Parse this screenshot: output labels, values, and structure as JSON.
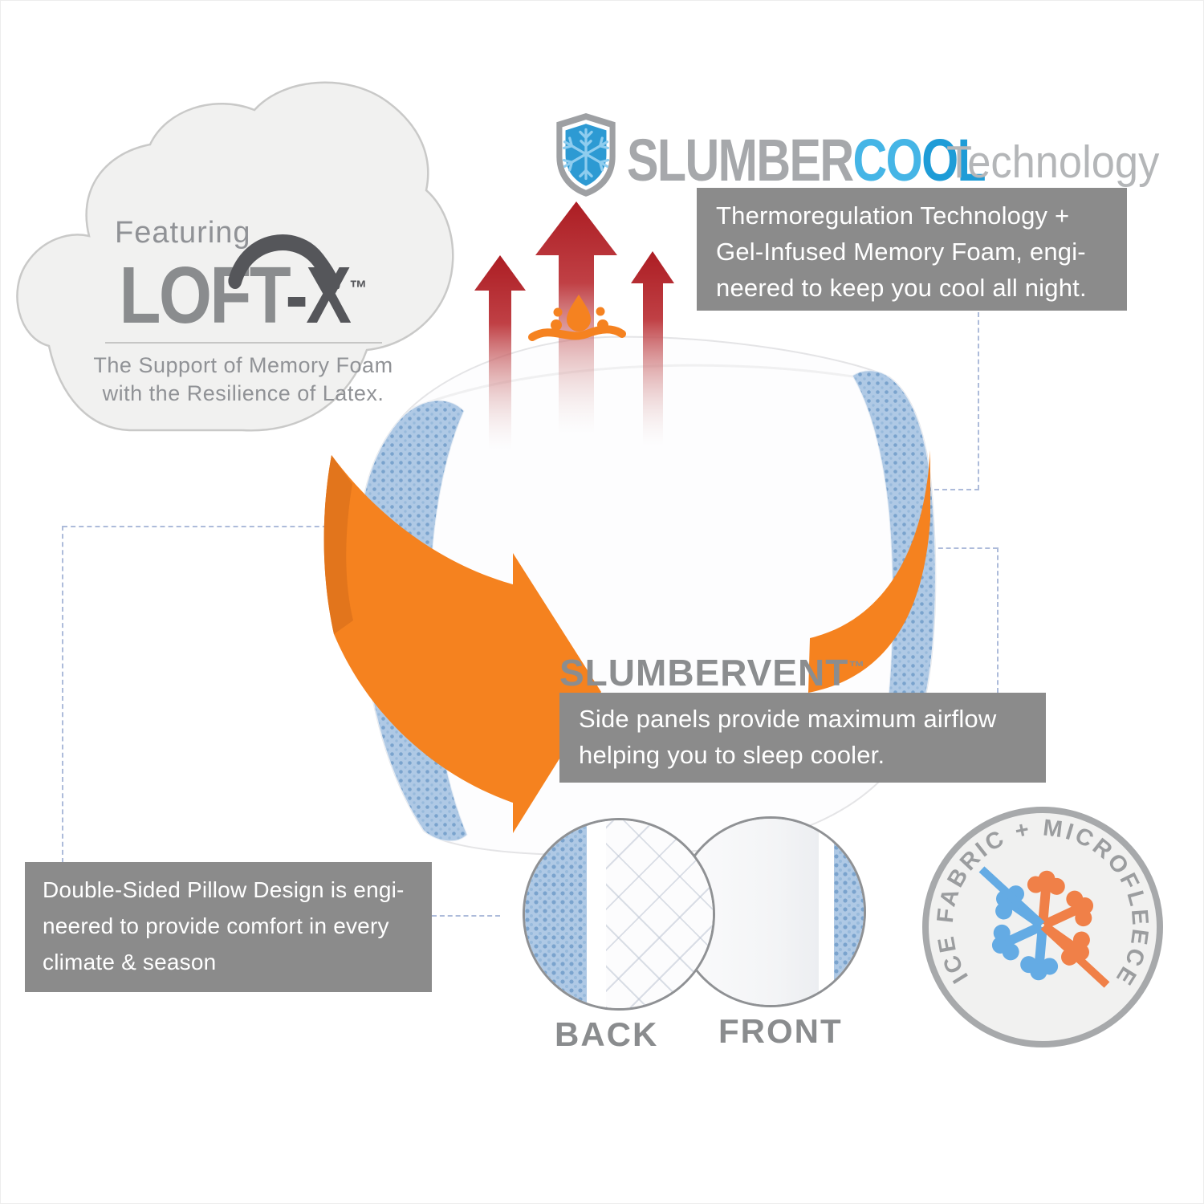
{
  "colors": {
    "accent_orange": "#F5821F",
    "heat_red": "#B02025",
    "brand_blue": "#1E9CD7",
    "brand_blue_light": "#45B5E6",
    "mesh_blue": "#AFC9E5",
    "box_gray": "#8B8B8B",
    "text_gray": "#8A8C8E",
    "light_gray": "#B4B6B8",
    "connector_blue": "#ADBBDA"
  },
  "header": {
    "shield_icon": "shield-snowflake-icon",
    "brand_slumber": "SLUMBER",
    "brand_cool_part1": "CO",
    "brand_cool_part2": "OL",
    "suffix": "Technology"
  },
  "thermo_box": {
    "lines": [
      "Thermoregulation Technology +",
      "Gel-Infused Memory Foam, engi-",
      "neered to keep you cool all night."
    ]
  },
  "cloud": {
    "featuring": "Featuring",
    "brand_loft": "LOFT",
    "brand_x": "-X",
    "tm": "™",
    "tagline_line1": "The Support of Memory Foam",
    "tagline_line2": "with the Resilience of Latex."
  },
  "pillow": {
    "illustration": "contour-pillow-with-mesh-side-vents",
    "wrap_arrow_icon": "orange-wrap-around-arrow-icon",
    "heat_arrows_icon": "rising-heat-arrows-icon",
    "moisture_icon": "moisture-wicking-droplet-icon"
  },
  "slumbervent": {
    "title": "SLUMBERVENT",
    "tm": "™",
    "box_lines": [
      "Side panels provide maximum airflow",
      "helping you to sleep cooler."
    ]
  },
  "double_sided_box": {
    "lines": [
      "Double-Sided Pillow Design is engi-",
      "neered to provide comfort in every",
      "climate & season"
    ]
  },
  "fabric_detail": {
    "back_label": "BACK",
    "front_label": "FRONT"
  },
  "badge": {
    "ring_text": "ICE FABRIC + MICROFLEECE",
    "center_icon": "dual-temperature-snowflake-icon"
  }
}
